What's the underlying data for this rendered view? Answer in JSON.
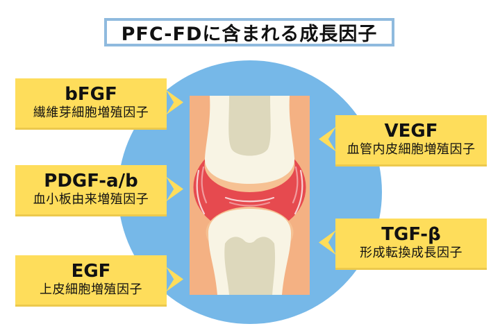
{
  "title": "PFC-FDに含まれる成長因子",
  "labels": [
    {
      "name": "bFGF",
      "description": "繊維芽細胞増殖因子",
      "side": "left"
    },
    {
      "name": "VEGF",
      "description": "血管内皮細胞増殖因子",
      "side": "right"
    },
    {
      "name": "PDGF-a/b",
      "description": "血小板由来増殖因子",
      "side": "left"
    },
    {
      "name": "TGF-β",
      "description": "形成転換成長因子",
      "side": "right"
    },
    {
      "name": "EGF",
      "description": "上皮細胞増殖因子",
      "side": "left"
    }
  ],
  "colors": {
    "circle_blue": "#76b8e8",
    "label_yellow": "#fedd5b",
    "label_edge": "#ecc94d",
    "title_border": "#8fbade",
    "skin": "#f4b183",
    "cartilage": "#f6c193",
    "bone": "#f8f4e4",
    "bone_shadow": "#ddd8bc",
    "capsule_red": "#e64a4f",
    "highlight_white": "#ffffff"
  }
}
